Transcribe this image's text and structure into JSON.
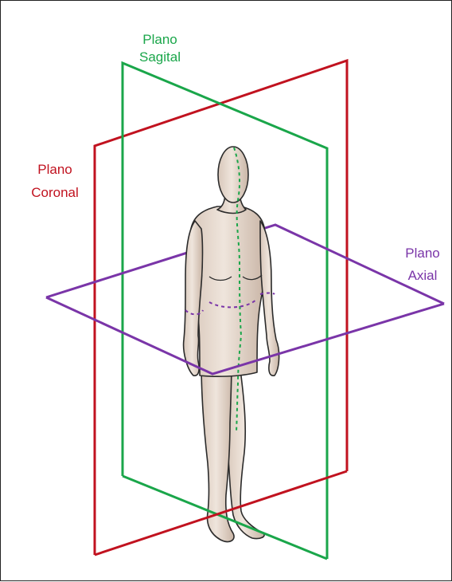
{
  "labels": {
    "sagittal": {
      "line1": "Plano",
      "line2": "Sagital"
    },
    "coronal": {
      "line1": "Plano",
      "line2": "Coronal"
    },
    "axial": {
      "line1": "Plano",
      "line2": "Axial"
    }
  },
  "colors": {
    "sagittal": "#1aa64a",
    "coronal": "#c1121f",
    "axial": "#7a35a8",
    "skin": "#e9ddd3",
    "outline": "#2b2b2b"
  }
}
